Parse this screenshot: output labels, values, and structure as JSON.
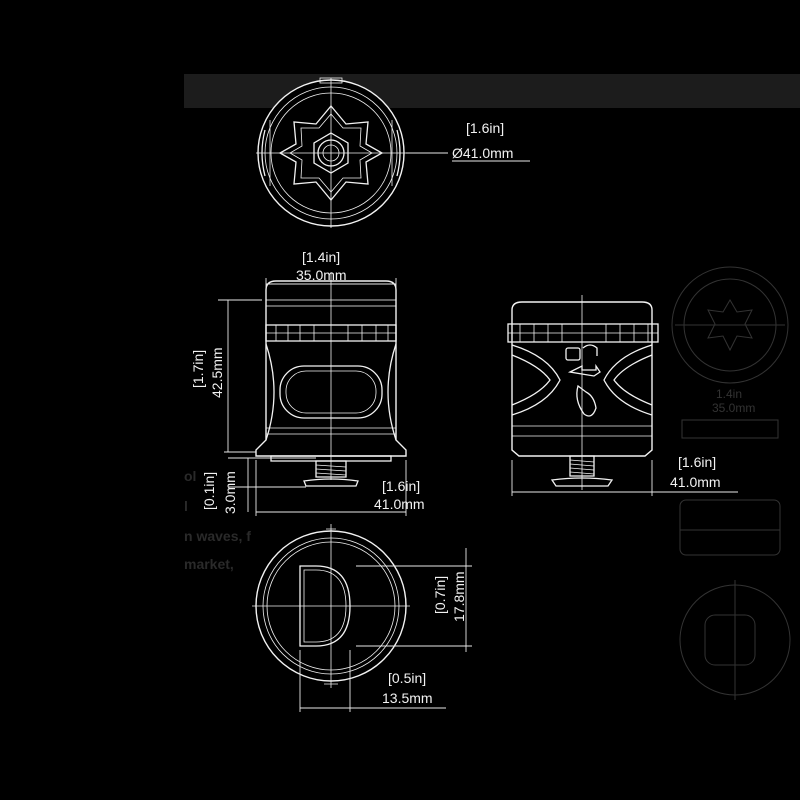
{
  "background_text": [
    "ol",
    "l",
    "n waves, f",
    "market,"
  ],
  "dimensions": {
    "top_view": {
      "imperial": "[1.6in]",
      "metric": "Ø41.0mm"
    },
    "front_width": {
      "imperial": "[1.4in]",
      "metric": "35.0mm"
    },
    "front_height": {
      "imperial": "[1.7in]",
      "metric": "42.5mm"
    },
    "foot_height": {
      "imperial": "[0.1in]",
      "metric": "3.0mm"
    },
    "front_base": {
      "imperial": "[1.6in]",
      "metric": "41.0mm"
    },
    "side_width": {
      "imperial": "[1.6in]",
      "metric": "41.0mm"
    },
    "bottom_height": {
      "imperial": "[0.7in]",
      "metric": "17.8mm"
    },
    "bottom_width": {
      "imperial": "[0.5in]",
      "metric": "13.5mm"
    }
  },
  "faint_view_labels": {
    "a": "1.4in",
    "b": "35.0mm"
  },
  "colors": {
    "background": "#000000",
    "line": "#f2f2f2",
    "header_bar": "#1c1c1c"
  }
}
